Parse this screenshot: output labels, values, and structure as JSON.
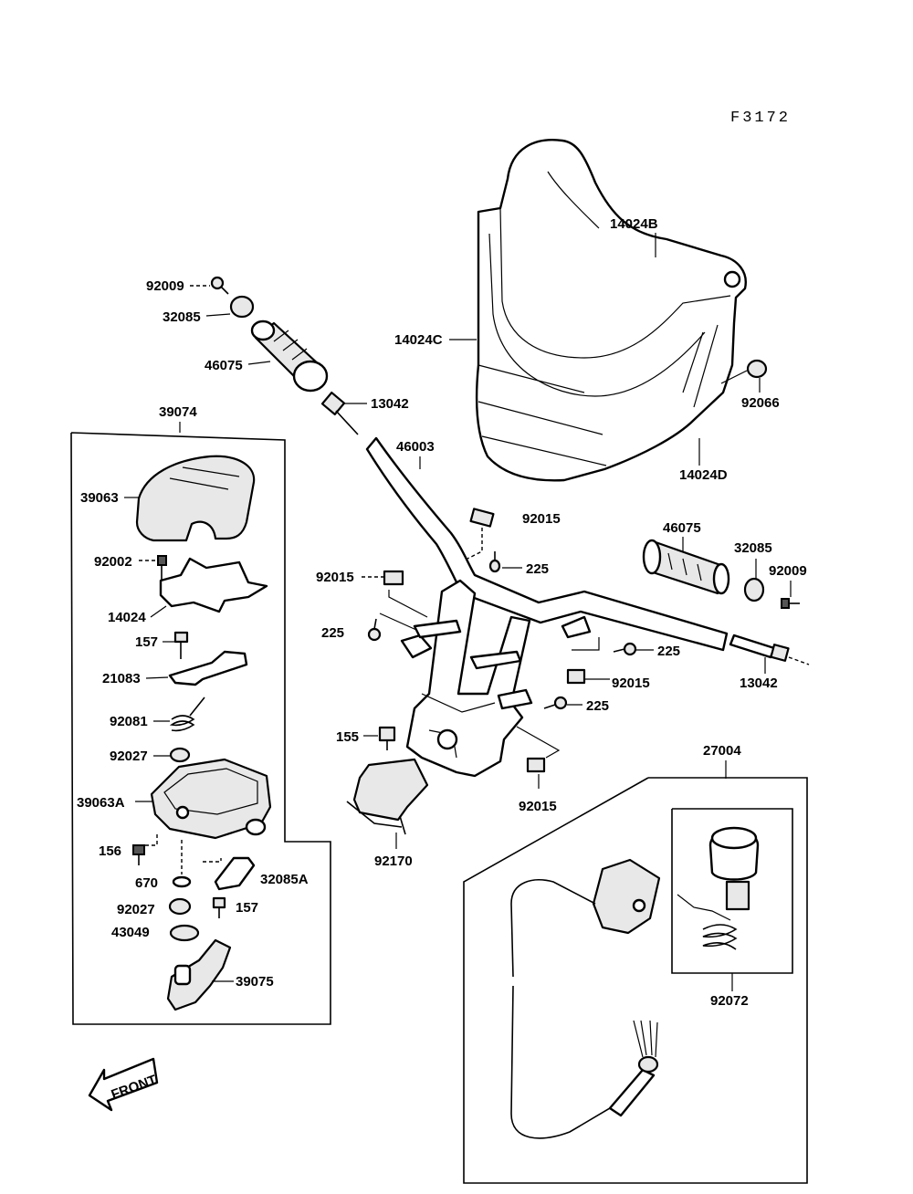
{
  "figure_code": "F3172",
  "front_label": "FRONT",
  "groups": {
    "switch_box": "39074",
    "harness": "27004"
  },
  "labels": {
    "p92009_l": "92009",
    "p32085_l": "32085",
    "p46075_l": "46075",
    "p13042_l": "13042",
    "p39063": "39063",
    "p92002": "92002",
    "p14024": "14024",
    "p157_a": "157",
    "p21083": "21083",
    "p92081": "92081",
    "p92027_a": "92027",
    "p39063A": "39063A",
    "p156": "156",
    "p670": "670",
    "p32085A": "32085A",
    "p92027_b": "92027",
    "p157_b": "157",
    "p43049": "43049",
    "p39075": "39075",
    "p14024B": "14024B",
    "p14024C": "14024C",
    "p92066": "92066",
    "p14024D": "14024D",
    "p46003": "46003",
    "p92015_a": "92015",
    "p225_a": "225",
    "p92015_b": "92015",
    "p225_b": "225",
    "p46075_r": "46075",
    "p32085_r": "32085",
    "p92009_r": "92009",
    "p225_c": "225",
    "p92015_c": "92015",
    "p13042_r": "13042",
    "p225_d": "225",
    "p155": "155",
    "p92015_d": "92015",
    "p92170": "92170",
    "p92072": "92072"
  }
}
